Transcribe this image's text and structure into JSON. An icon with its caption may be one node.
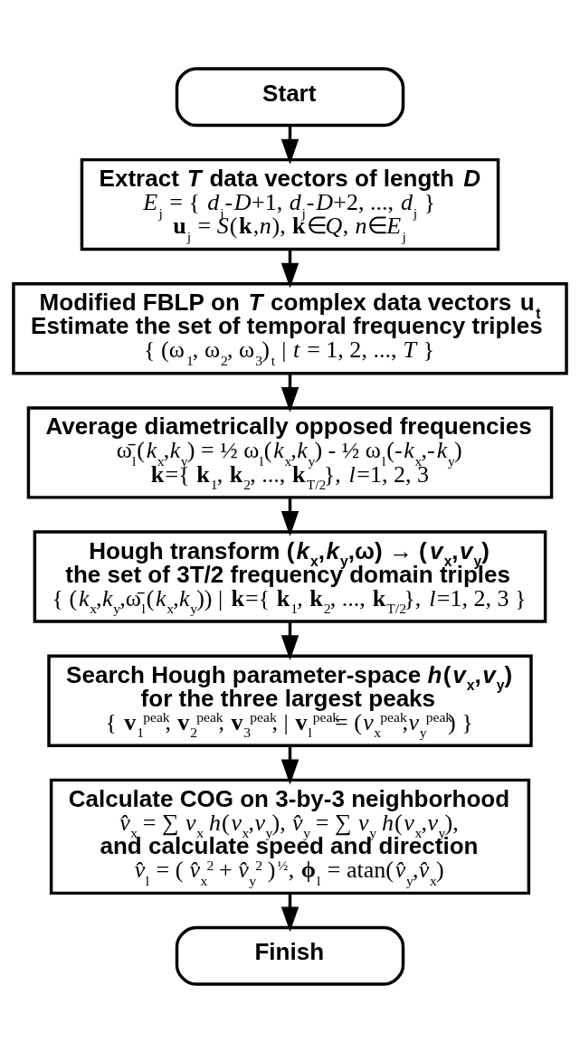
{
  "diagram": {
    "nodes": [
      {
        "text": [
          "Start"
        ]
      },
      {
        "text": [
          "Extract *T* data vectors of length *D*",
          "*E*$_{j}$ = { *d*$_{j}$-*D*+1, *d*$_{j}$-*D*+2, ..., *d*$_{j}$ }",
          "**u**$_{j}$ = *S*(**k**,*n*), **k**∈*Q*, *n*∈*E*$_{j}$"
        ]
      },
      {
        "text": [
          "Modified FBLP on *T* complex data vectors **u**$_{t}$",
          "Estimate the set of temporal frequency triples",
          "{ (ω$_{1}$, ω$_{2}$, ω$_{3}$)$_{t}$ | *t* = 1, 2, ..., *T* }"
        ]
      },
      {
        "text": [
          "Average diametrically opposed frequencies",
          "ω̄$_{l}$(*k*$_{x}$,*k*$_{y}$) = ½ ω$_{l}$(*k*$_{x}$,*k*$_{y}$) - ½ ω$_{l}$(-*k*$_{x}$,-*k*$_{y}$)",
          "**k**={ **k**$_{1}$, **k**$_{2}$, ..., **k**$_{T/2}$}, *l*=1, 2, 3"
        ]
      },
      {
        "text": [
          "Hough transform (*k*$_{x}$,*k*$_{y}$,ω) → (*v*$_{x}$,*v*$_{y}$)",
          "the set of 3T/2 frequency domain triples",
          "{ (*k*$_{x}$,*k*$_{y}$,ω̄$_{l}$(*k*$_{x}$,*k*$_{y}$)) | **k**={ **k**$_{1}$, **k**$_{2}$, ..., **k**$_{T/2}$}, *l*=1, 2, 3 }"
        ]
      },
      {
        "text": [
          "Search Hough parameter-space *h*(*v*$_{x}$,*v*$_{y}$)",
          "for the three largest peaks",
          "{ **v**$_{1}$$^{peak}$, **v**$_{2}$$^{peak}$, **v**$_{3}$$^{peak}$, | **v**$_{l}$$^{peak}$= (*v*$_{x}$$^{peak}$,*v*$_{y}$$^{peak}$) }"
        ]
      },
      {
        "text": [
          "Calculate COG on 3-by-3 neighborhood",
          "*v̂*$_{x}$ = ∑ *v*$_{x}$ *h*(*v*$_{x}$,*v*$_{y}$), *v̂*$_{y}$ = ∑ *v*$_{y}$ *h*(*v*$_{x}$,*v*$_{y}$),",
          "and calculate speed and direction",
          "*v̂*$_{l}$ = ( *v̂*$_{x}$$^{2}$ + *v̂*$_{y}$$^{2}$ )$^{½}$, **ϕ**$_{l}$ = atan(*v̂*$_{y}$,*v̂*$_{x}$)"
        ]
      },
      {
        "text": [
          "Finish"
        ]
      }
    ],
    "edges": [
      {
        "from": 0,
        "to": 1,
        "arrow": "to"
      },
      {
        "from": 1,
        "to": 2,
        "arrow": "to"
      },
      {
        "from": 2,
        "to": 3,
        "arrow": "to"
      },
      {
        "from": 3,
        "to": 4,
        "arrow": "to"
      },
      {
        "from": 4,
        "to": 5,
        "arrow": "to"
      },
      {
        "from": 5,
        "to": 6,
        "arrow": "to"
      },
      {
        "from": 6,
        "to": 7,
        "arrow": "to"
      }
    ]
  }
}
